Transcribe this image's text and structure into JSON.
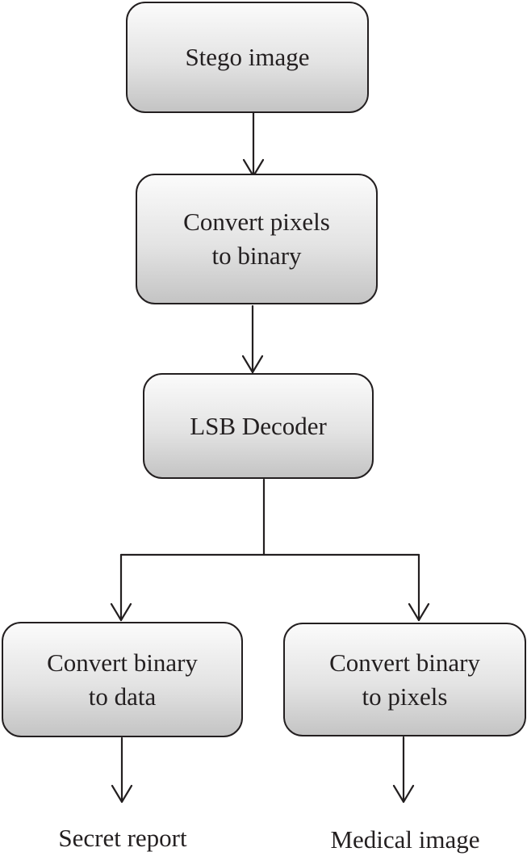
{
  "diagram": {
    "nodes": {
      "stego_image": "Stego image",
      "convert_pixels_to_binary": "Convert pixels\nto binary",
      "lsb_decoder": "LSB Decoder",
      "convert_binary_to_data": "Convert binary\nto data",
      "convert_binary_to_pixels": "Convert binary\nto pixels"
    },
    "outputs": {
      "secret_report": "Secret report",
      "medical_image": "Medical image"
    },
    "edges": [
      {
        "from": "stego_image",
        "to": "convert_pixels_to_binary"
      },
      {
        "from": "convert_pixels_to_binary",
        "to": "lsb_decoder"
      },
      {
        "from": "lsb_decoder",
        "to": "convert_binary_to_data"
      },
      {
        "from": "lsb_decoder",
        "to": "convert_binary_to_pixels"
      },
      {
        "from": "convert_binary_to_data",
        "to": "secret_report"
      },
      {
        "from": "convert_binary_to_pixels",
        "to": "medical_image"
      }
    ],
    "colors": {
      "stroke": "#231f20",
      "fill_top": "#fbfbfb",
      "fill_bottom": "#c4c4c4"
    }
  }
}
